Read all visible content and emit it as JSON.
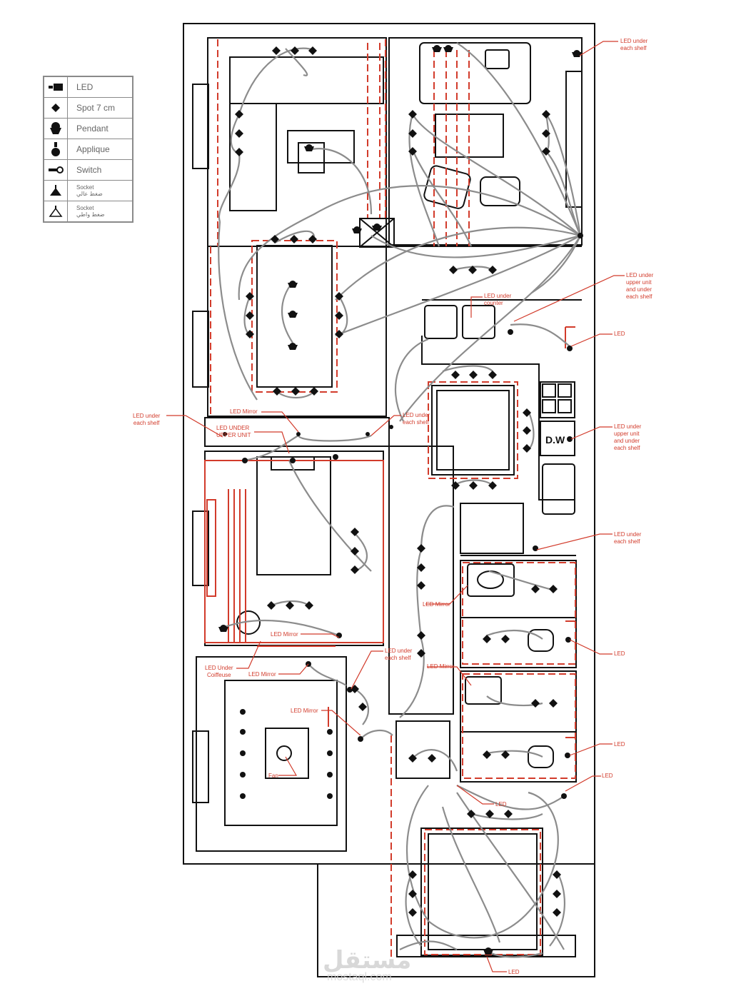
{
  "legend": {
    "items": [
      {
        "label": "LED",
        "sub": "",
        "icon": "led-icon"
      },
      {
        "label": "Spot 7 cm",
        "sub": "",
        "icon": "spot-icon"
      },
      {
        "label": "Pendant",
        "sub": "",
        "icon": "pendant-icon"
      },
      {
        "label": "Applique",
        "sub": "",
        "icon": "applique-icon"
      },
      {
        "label": "Switch",
        "sub": "",
        "icon": "switch-icon"
      },
      {
        "label": "Socket",
        "sub": "ضغط عالي",
        "icon": "socket-high-icon"
      },
      {
        "label": "Socket",
        "sub": "ضغط واطي",
        "icon": "socket-low-icon"
      }
    ]
  },
  "annotations": {
    "top_right_shelf": "LED under\neach shelf",
    "upper_unit_1": "LED under\nupper unit\nand under\neach shelf",
    "counter": "LED under\ncounter",
    "led_kitchen": "LED",
    "left_shelf": "LED under\neach shelf",
    "mirror_1": "LED Mirror",
    "under_upper_unit": "LED UNDER\nUPPER UNIT",
    "shelf_mid": "LED under\neach shelf",
    "upper_unit_2": "LED under\nupper unit\nand under\neach shelf",
    "shelf_right": "LED under\neach shelf",
    "mirror_2": "LED Mirror",
    "led_bath_1": "LED",
    "mirror_3": "LED Mirror",
    "shelf_hall": "LED under\neach shelf",
    "mirror_4": "LED Mirror",
    "under_coiffeuse": "LED Under\nCoiffeuse",
    "mirror_5": "LED Mirror",
    "mirror_6": "LED Mirror",
    "led_bath_2": "LED",
    "led_3": "LED",
    "led_4": "LED",
    "led_bottom": "LED"
  },
  "fixtures": {
    "dw_label": "D.W",
    "fan_label": "Fan"
  },
  "watermark": {
    "text": "مستقل",
    "url": "mostaql.com"
  },
  "colors": {
    "wall": "#111111",
    "annotation": "#d23b2b",
    "wiring": "#8c8c8c"
  }
}
